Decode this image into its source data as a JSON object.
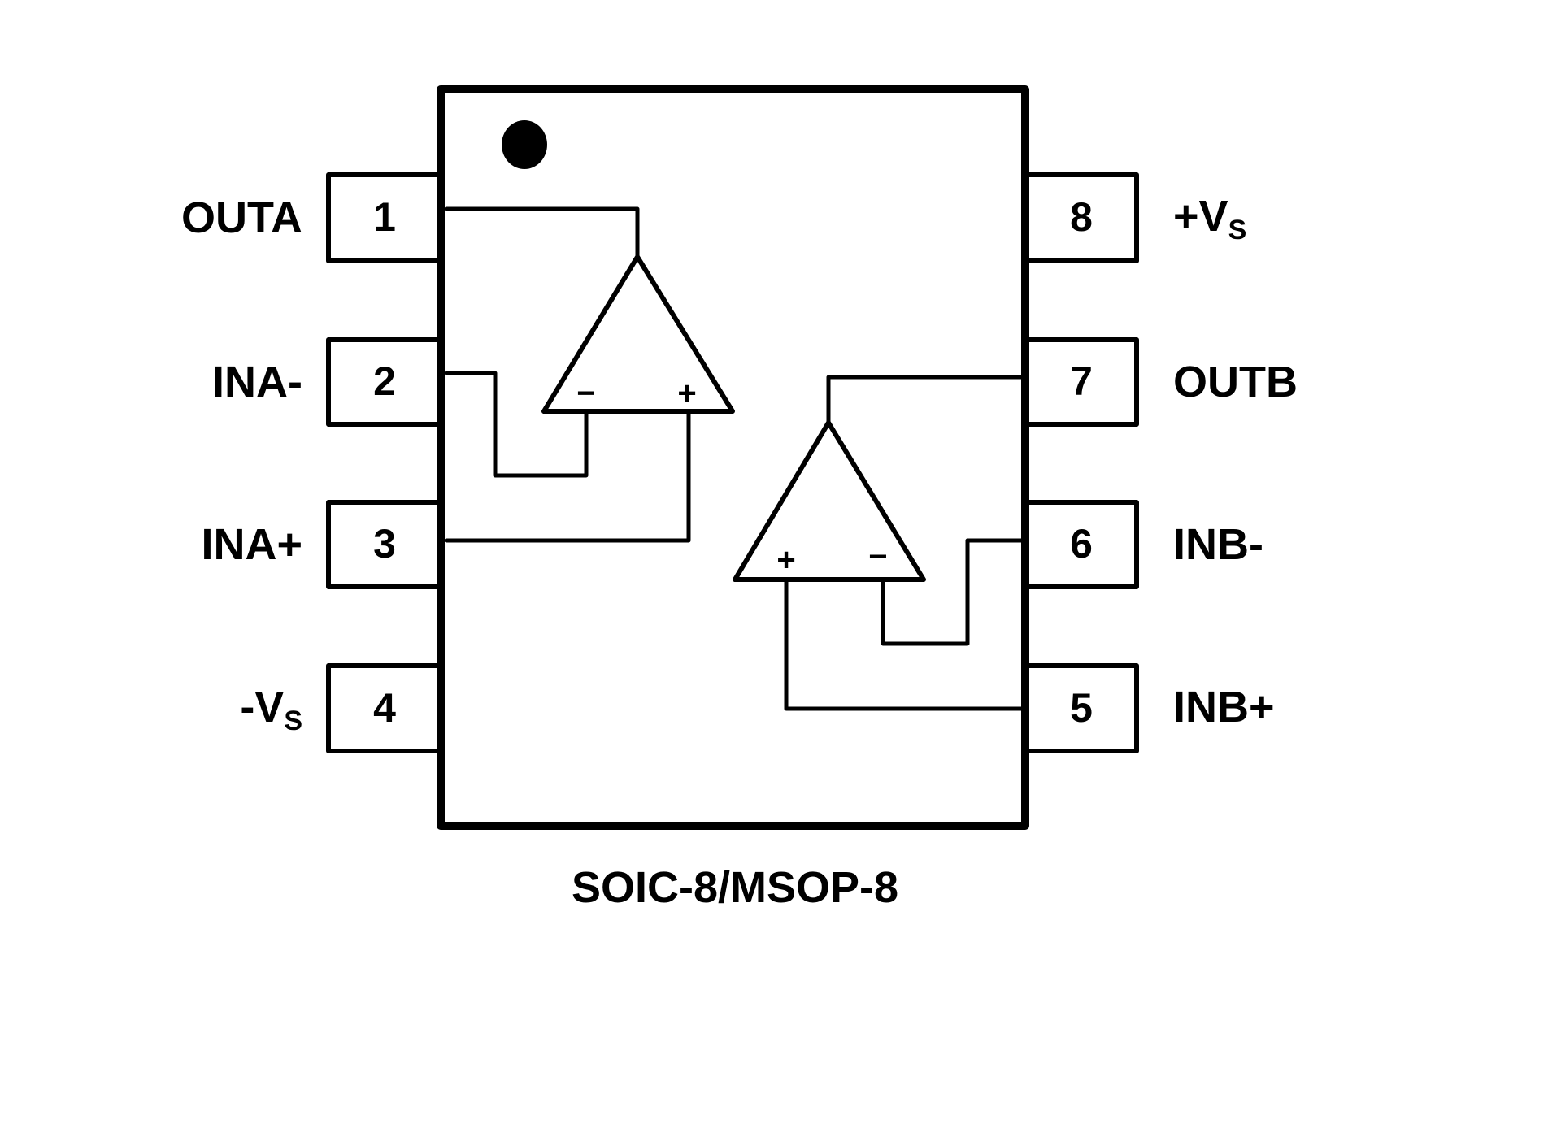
{
  "package": "SOIC-8/MSOP-8",
  "pins": [
    {
      "number": "1",
      "name": "OUTA",
      "sub": ""
    },
    {
      "number": "2",
      "name": "INA-",
      "sub": ""
    },
    {
      "number": "3",
      "name": "INA+",
      "sub": ""
    },
    {
      "number": "4",
      "name": "-V",
      "sub": "S"
    },
    {
      "number": "5",
      "name": "INB+",
      "sub": ""
    },
    {
      "number": "6",
      "name": "INB-",
      "sub": ""
    },
    {
      "number": "7",
      "name": "OUTB",
      "sub": ""
    },
    {
      "number": "8",
      "name": "+V",
      "sub": "S"
    }
  ],
  "amp_a": {
    "minus": "−",
    "plus": "+"
  },
  "amp_b": {
    "minus": "−",
    "plus": "+"
  }
}
